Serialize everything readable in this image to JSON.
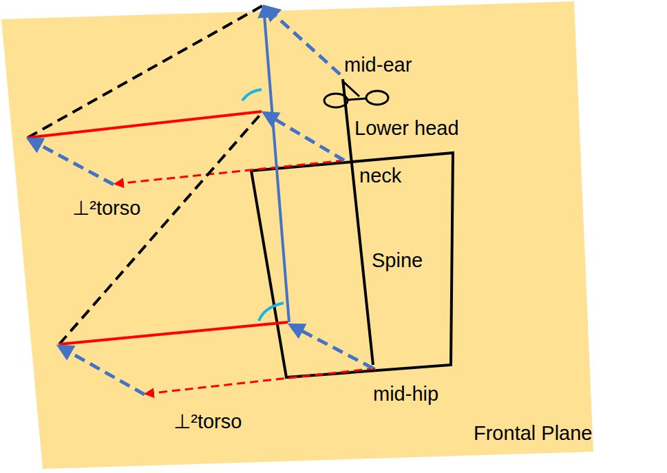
{
  "diagram": {
    "labels": [
      "mid-ear",
      "Lower head",
      "neck",
      "Spine",
      "mid-hip",
      "⊥²torso",
      "⊥²torso",
      "Frontal Plane"
    ]
  }
}
